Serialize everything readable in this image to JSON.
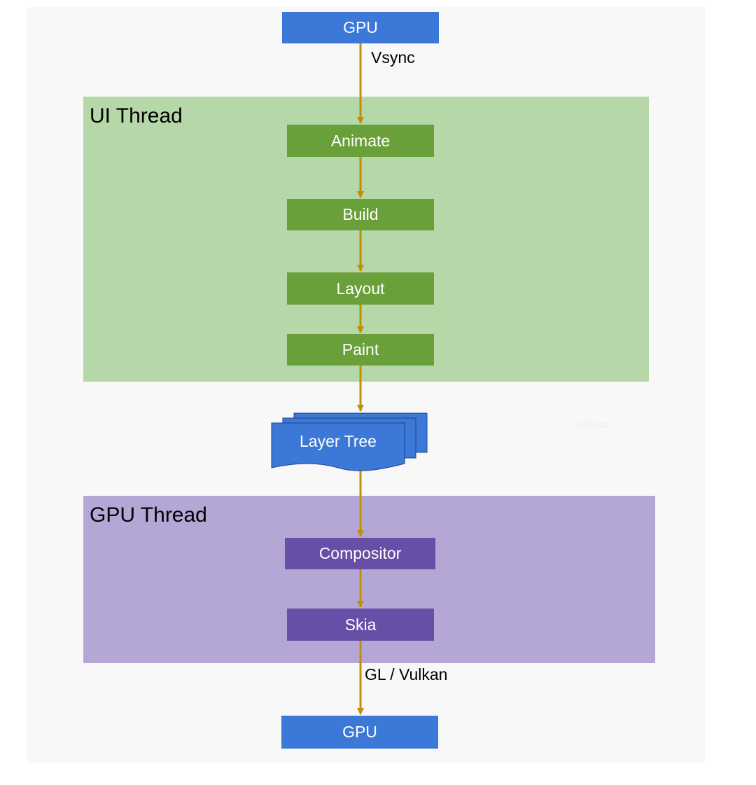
{
  "regions": {
    "ui_thread": "UI Thread",
    "gpu_thread": "GPU Thread"
  },
  "nodes": {
    "gpu_top": "GPU",
    "animate": "Animate",
    "build": "Build",
    "layout": "Layout",
    "paint": "Paint",
    "layer_tree": "Layer Tree",
    "compositor": "Compositor",
    "skia": "Skia",
    "gpu_bottom": "GPU"
  },
  "edge_labels": {
    "vsync": "Vsync",
    "gl_vulkan": "GL / Vulkan"
  },
  "watermark": "Gityuan",
  "colors": {
    "background": "#f8f8f8",
    "ui_thread_region": "#b6d7a8",
    "gpu_thread_region": "#b4a7d6",
    "gpu_node": "#3c78d8",
    "ui_node": "#6aa03a",
    "gpu_thread_node": "#674ea7",
    "arrow": "#bf9000"
  }
}
